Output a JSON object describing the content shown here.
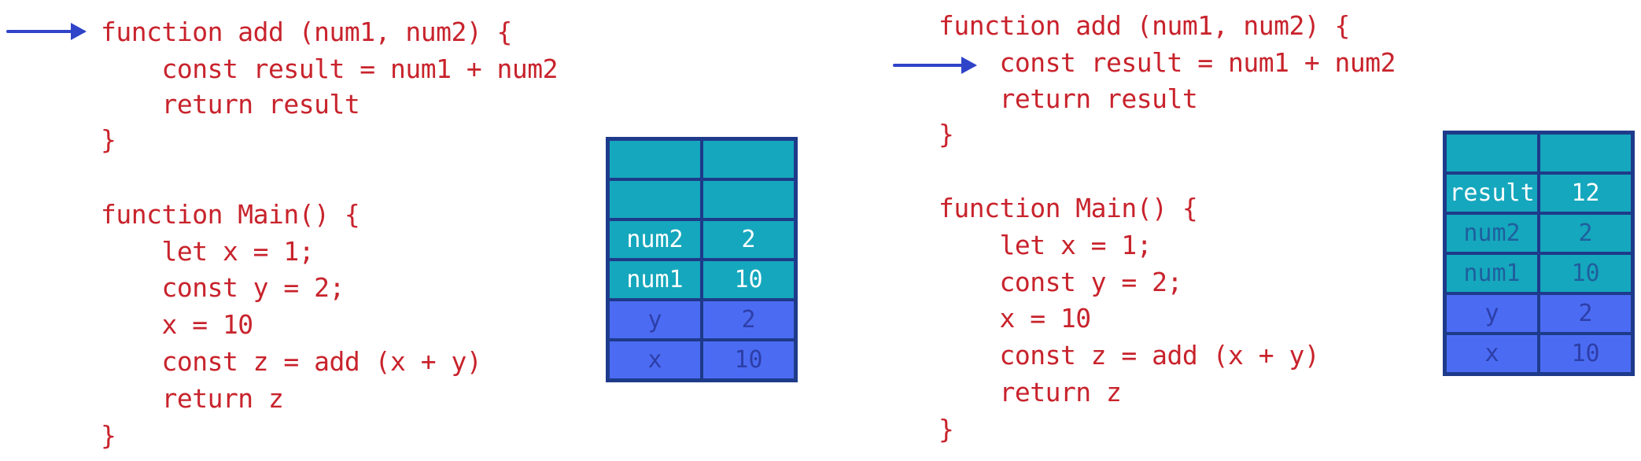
{
  "colors": {
    "code": "#c8232c",
    "arrow": "#2f44c8",
    "frame_cell": "#15a7bd",
    "caller_cell": "#4b6cf2",
    "border": "#1e3a8a"
  },
  "left": {
    "code": [
      "function add (num1, num2) {",
      "    const result = num1 + num2",
      "    return result",
      "}",
      "function Main() {",
      "    let x = 1;",
      "    const y = 2;",
      "    x = 10",
      "    const z = add (x + y)",
      "    return z",
      "}"
    ],
    "stack": [
      {
        "name": "",
        "value": ""
      },
      {
        "name": "",
        "value": ""
      },
      {
        "name": "num2",
        "value": "2"
      },
      {
        "name": "num1",
        "value": "10"
      },
      {
        "name": "y",
        "value": "2"
      },
      {
        "name": "x",
        "value": "10"
      }
    ]
  },
  "right": {
    "code": [
      "function add (num1, num2) {",
      "    const result = num1 + num2",
      "    return result",
      "}",
      "function Main() {",
      "    let x = 1;",
      "    const y = 2;",
      "    x = 10",
      "    const z = add (x + y)",
      "    return z",
      "}"
    ],
    "stack": [
      {
        "name": "",
        "value": ""
      },
      {
        "name": "result",
        "value": "12"
      },
      {
        "name": "num2",
        "value": "2"
      },
      {
        "name": "num1",
        "value": "10"
      },
      {
        "name": "y",
        "value": "2"
      },
      {
        "name": "x",
        "value": "10"
      }
    ]
  }
}
